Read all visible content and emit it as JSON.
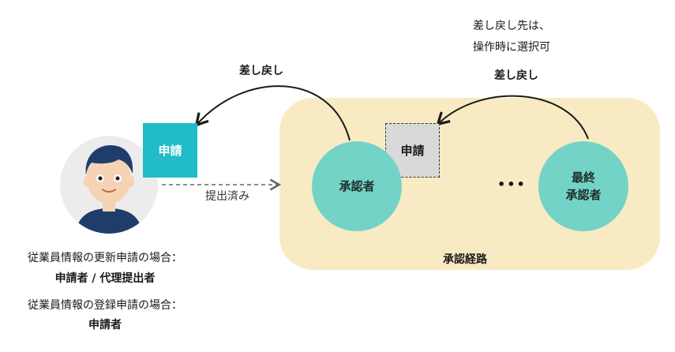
{
  "colors": {
    "route_bg": "#f8ebc4",
    "approver_fill": "#74d3c7",
    "request_fill": "#21bcc7",
    "pending_fill": "#d9d9d9"
  },
  "labels": {
    "send_back_left": "差し戻し",
    "send_back_right": "差し戻し",
    "send_back_note_line1": "差し戻し先は、",
    "send_back_note_line2": "操作時に選択可",
    "request": "申請",
    "request_pending": "申請",
    "submitted": "提出済み",
    "approver": "承認者",
    "final_approver_line1": "最終",
    "final_approver_line2": "承認者",
    "ellipsis": "•••",
    "route": "承認経路"
  },
  "notes": {
    "update_case_title": "従業員情報の更新申請の場合：",
    "update_case_value": "申請者 / 代理提出者",
    "register_case_title": "従業員情報の登録申請の場合：",
    "register_case_value": "申請者"
  },
  "icons": {
    "avatar": "person-avatar-icon"
  }
}
